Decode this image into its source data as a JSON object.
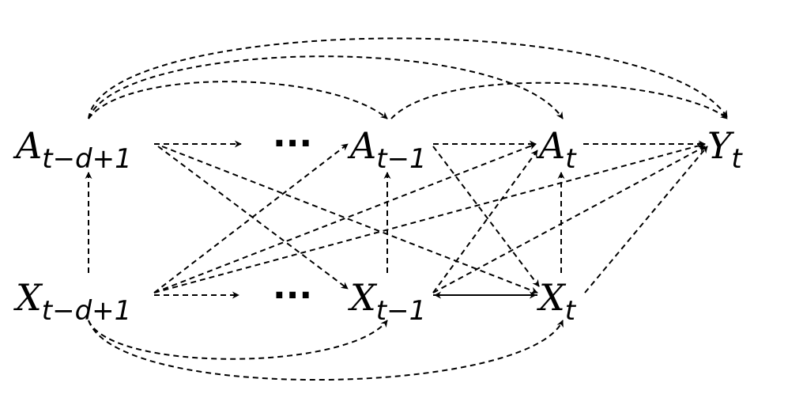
{
  "diagram": {
    "nodes": [
      {
        "id": "A_tmd",
        "base": "A",
        "sub": "t−d+1"
      },
      {
        "id": "A_tm1",
        "base": "A",
        "sub": "t−1"
      },
      {
        "id": "A_t",
        "base": "A",
        "sub": "t"
      },
      {
        "id": "Y_t",
        "base": "Y",
        "sub": "t"
      },
      {
        "id": "X_tmd",
        "base": "X",
        "sub": "t−d+1"
      },
      {
        "id": "X_tm1",
        "base": "X",
        "sub": "t−1"
      },
      {
        "id": "X_t",
        "base": "X",
        "sub": "t"
      }
    ],
    "ellipses": [
      "···",
      "···"
    ],
    "edges": [
      {
        "from": "A_tmd",
        "to": "ellipsis-top"
      },
      {
        "from": "A_tmd",
        "to": "X_tm1"
      },
      {
        "from": "A_tmd",
        "to": "X_t"
      },
      {
        "from": "A_tmd",
        "to": "A_tm1"
      },
      {
        "from": "A_tmd",
        "to": "A_t"
      },
      {
        "from": "A_tmd",
        "to": "Y_t"
      },
      {
        "from": "A_tm1",
        "to": "A_t"
      },
      {
        "from": "A_tm1",
        "to": "X_t"
      },
      {
        "from": "A_tm1",
        "to": "Y_t"
      },
      {
        "from": "A_t",
        "to": "Y_t"
      },
      {
        "from": "X_tmd",
        "to": "A_tmd"
      },
      {
        "from": "X_tmd",
        "to": "ellipsis-bottom"
      },
      {
        "from": "X_tmd",
        "to": "A_tm1"
      },
      {
        "from": "X_tmd",
        "to": "A_t"
      },
      {
        "from": "X_tmd",
        "to": "Y_t"
      },
      {
        "from": "X_tmd",
        "to": "X_tm1"
      },
      {
        "from": "X_tmd",
        "to": "X_t"
      },
      {
        "from": "X_tm1",
        "to": "A_tm1"
      },
      {
        "from": "X_tm1",
        "to": "X_t"
      },
      {
        "from": "X_tm1",
        "to": "A_t"
      },
      {
        "from": "X_tm1",
        "to": "Y_t"
      },
      {
        "from": "X_t",
        "to": "X_tm1"
      },
      {
        "from": "X_t",
        "to": "A_t"
      },
      {
        "from": "X_t",
        "to": "Y_t"
      }
    ]
  }
}
